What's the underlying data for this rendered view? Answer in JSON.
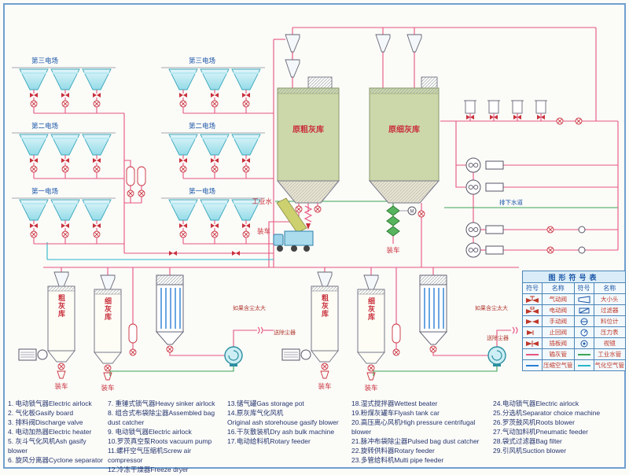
{
  "diagram": {
    "esp_fields": {
      "field3": "第三电场",
      "field2": "第二电场",
      "field1": "第一电场"
    },
    "silos": {
      "raw_coarse": "原粗灰库",
      "raw_fine": "原细灰库",
      "coarse": "粗灰库",
      "fine": "细灰库"
    },
    "labels": {
      "loading": "装车",
      "industrial_water": "工业水",
      "sewer": "排下水道",
      "dust_note": "如果含尘太大",
      "to_dust_collector": "送除尘器",
      "motor": "M"
    },
    "colors": {
      "pipe_ash": "#e75480",
      "pipe_air": "#2ab6c9",
      "pipe_water": "#3aa655",
      "silo_fill": "#ccd8aa",
      "hopper_fill": "#bfe9f2",
      "label_blue": "#1a56a8",
      "label_red": "#c9303c"
    }
  },
  "symbol_table": {
    "title": "图形符号表",
    "headers": [
      "符号",
      "名称",
      "符号",
      "名称"
    ],
    "rows": [
      {
        "n1": "气动阀",
        "n2": "大小头"
      },
      {
        "n1": "电动阀",
        "n2": "过滤器"
      },
      {
        "n1": "手动阀",
        "n2": "料位计"
      },
      {
        "n1": "止回阀",
        "n2": "压力表"
      },
      {
        "n1": "插板阀",
        "n2": "视镜"
      },
      {
        "n1": "输灰管",
        "n2": "工业水管"
      },
      {
        "n1": "压缩空气管",
        "n2": "气化空气管"
      }
    ]
  },
  "equipment_list": {
    "col1": [
      "1. 电动锁气器Electric airlock",
      "2. 气化板Gasify board",
      "3. 排料阀Discharge valve",
      "4. 电动加热器Electric heater",
      "5. 灰斗气化风机Ash gasify blower",
      "6. 旋风分离器Cyclone separator"
    ],
    "col2": [
      "7. 重锤式锁气器Heavy sinker airlock",
      "8. 组合式布袋除尘器Assembled bag dust catcher",
      "9. 电动锁气器Electric airlock",
      "10.罗茨真空泵Roots vacuum pump",
      "11.螺杆空气压缩机Screw air compressor",
      "12.冷冻干燥器Freeze dryer"
    ],
    "col3": [
      "13.储气罐Gas storage pot",
      "14.原灰库气化风机",
      "Original ash storehouse gasify blower",
      "16.干灰散装机Dry ash bulk machine",
      "17.电动给料机Rotary feeder"
    ],
    "col4": [
      "18.湿式搅拌器Wettest beater",
      "19.粉煤灰罐车Flyash tank car",
      "20.高压离心风机High pressure centrifugal blower",
      "21.脉冲布袋除尘器Pulsed bag dust catcher",
      "22.旋转供料器Rotary feeder",
      "23.多管给料机Multi pipe feeder"
    ],
    "col5": [
      "24.电动锁气器Electric airlock",
      "25.分选机Separator choice machine",
      "26.罗茨鼓风机Roots blower",
      "27.气动加料机Pneumatic feeder",
      "28.袋式过滤器Bag filter",
      "29.引风机Suction blower"
    ]
  }
}
